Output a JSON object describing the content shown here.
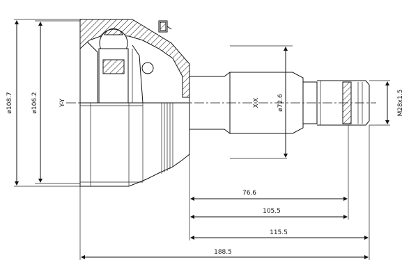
{
  "dimensions": {
    "outer_diameter": "ø108.7",
    "inner_diameter": "ø106.2",
    "shaft_diameter": "ø72.6",
    "thread_spec": "M28x1.5",
    "len_1": "76.6",
    "len_2": "105.5",
    "len_3": "115.5",
    "len_total": "188.5"
  },
  "section_labels": {
    "axis_y": "Y-Y",
    "axis_x": "X-X"
  }
}
